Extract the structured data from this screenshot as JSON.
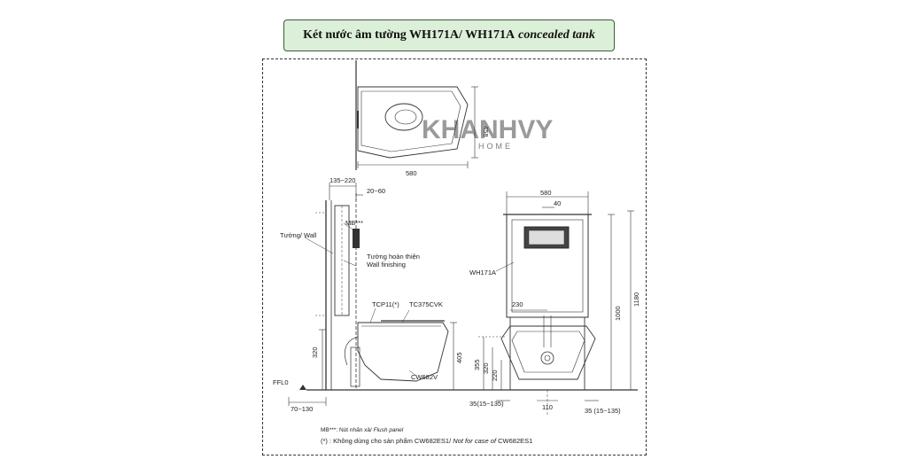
{
  "title": {
    "main": "Két nước âm tường WH171A/ WH171A",
    "italic": "concealed tank"
  },
  "watermark": {
    "brand": "KHANHVY",
    "sub": "HOME"
  },
  "top_view": {
    "dim_width": "580",
    "dim_depth": "458"
  },
  "side_view": {
    "dim_wall_gap": "135~220",
    "dim_finish": "20~60",
    "label_mb": "MB***",
    "label_wall": "Tường/ Wall",
    "label_finish_vi": "Tường hoàn thiện",
    "label_finish_en": "Wall finishing",
    "label_tcp": "TCP11(*)",
    "label_seat": "TC375CVK",
    "label_bowl": "CW682V",
    "label_ffl": "FFL0",
    "dim_320": "320",
    "dim_405": "405",
    "dim_floor": "70~130"
  },
  "front_view": {
    "dim_width": "580",
    "dim_40": "40",
    "label_tank": "WH171A",
    "dim_230": "230",
    "dim_1000": "1000",
    "dim_1180": "1180",
    "dim_355": "355",
    "dim_320": "320",
    "dim_220": "220",
    "dim_left_bottom": "35(15~135)",
    "dim_110": "110",
    "dim_right_bottom": "35 (15~135)"
  },
  "notes": {
    "mb_prefix": "MB***: Nút nhấn xả/",
    "mb_italic": "Flush panel",
    "star_prefix": "(*) : Không dùng cho sản phẩm CW682ES1/",
    "star_italic": "Not for case of",
    "star_suffix": "CW682ES1"
  }
}
